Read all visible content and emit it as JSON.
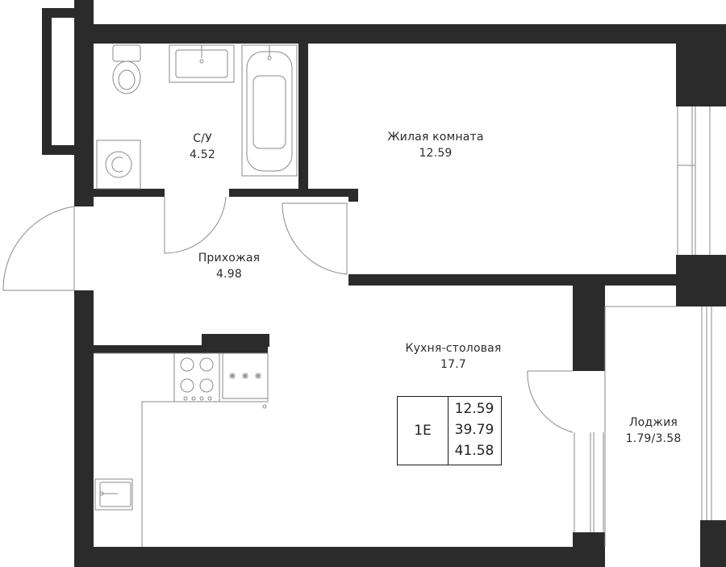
{
  "rooms": {
    "bathroom": {
      "name": "С/У",
      "area": "4.52"
    },
    "living": {
      "name": "Жилая комната",
      "area": "12.59"
    },
    "hallway": {
      "name": "Прихожая",
      "area": "4.98"
    },
    "kitchen": {
      "name": "Кухня-столовая",
      "area": "17.7"
    },
    "loggia": {
      "name": "Лоджия",
      "area": "1.79/3.58"
    }
  },
  "summary": {
    "type": "1Е",
    "living_area": "12.59",
    "total_area": "39.79",
    "total_with_loggia": "41.58"
  },
  "colors": {
    "wall": "#2b2b2b",
    "line": "#8a8a8a",
    "background": "#ffffff"
  }
}
